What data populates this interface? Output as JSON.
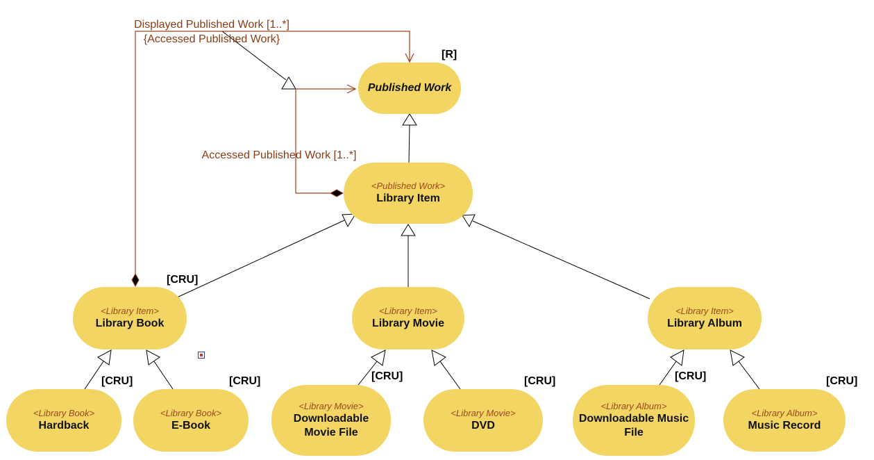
{
  "nodes": {
    "published_work": {
      "name": "Published Work",
      "stereotype": "",
      "permission": "[R]"
    },
    "library_item": {
      "name": "Library Item",
      "stereotype": "<Published Work>",
      "permission": ""
    },
    "library_book": {
      "name": "Library Book",
      "stereotype": "<Library Item>",
      "permission": "[CRU]"
    },
    "library_movie": {
      "name": "Library Movie",
      "stereotype": "<Library Item>",
      "permission": ""
    },
    "library_album": {
      "name": "Library Album",
      "stereotype": "<Library Item>",
      "permission": ""
    },
    "hardback": {
      "name": "Hardback",
      "stereotype": "<Library Book>",
      "permission": "[CRU]"
    },
    "ebook": {
      "name": "E-Book",
      "stereotype": "<Library Book>",
      "permission": "[CRU]"
    },
    "downloadable_movie": {
      "name": "Downloadable Movie File",
      "stereotype": "<Library Movie>",
      "permission": "[CRU]"
    },
    "dvd": {
      "name": "DVD",
      "stereotype": "<Library Movie>",
      "permission": "[CRU]"
    },
    "downloadable_music": {
      "name": "Downloadable Music File",
      "stereotype": "<Library Album>",
      "permission": "[CRU]"
    },
    "music_record": {
      "name": "Music Record",
      "stereotype": "<Library Album>",
      "permission": "[CRU]"
    }
  },
  "edge_labels": {
    "displayed_line1": "Displayed Published Work [1..*]",
    "displayed_line2": "{Accessed Published Work}",
    "accessed": "Accessed Published Work [1..*]"
  },
  "colors": {
    "node_fill": "#f2d563",
    "association": "#a0401a",
    "stereotype_text": "#9a4a1c",
    "generalization": "#000000"
  }
}
